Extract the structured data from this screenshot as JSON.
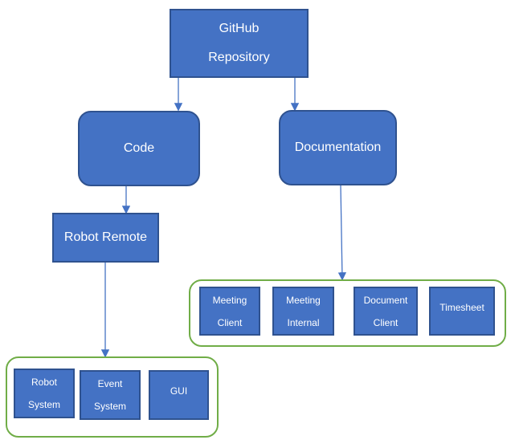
{
  "nodes": {
    "github": {
      "line1": "GitHub",
      "line2": "Repository"
    },
    "code": {
      "label": "Code"
    },
    "documentation": {
      "label": "Documentation"
    },
    "robot_remote": {
      "label": "Robot Remote"
    },
    "robot_system": {
      "line1": "Robot",
      "line2": "System"
    },
    "event_system": {
      "line1": "Event",
      "line2": "System"
    },
    "gui": {
      "label": "GUI"
    },
    "meeting_client": {
      "line1": "Meeting",
      "line2": "Client"
    },
    "meeting_internal": {
      "line1": "Meeting",
      "line2": "Internal"
    },
    "document_client": {
      "line1": "Document",
      "line2": "Client"
    },
    "timesheet": {
      "label": "Timesheet"
    }
  },
  "colors": {
    "node_fill": "#4472c4",
    "node_border": "#2f528f",
    "group_border": "#70ad47",
    "arrow": "#4472c4"
  }
}
